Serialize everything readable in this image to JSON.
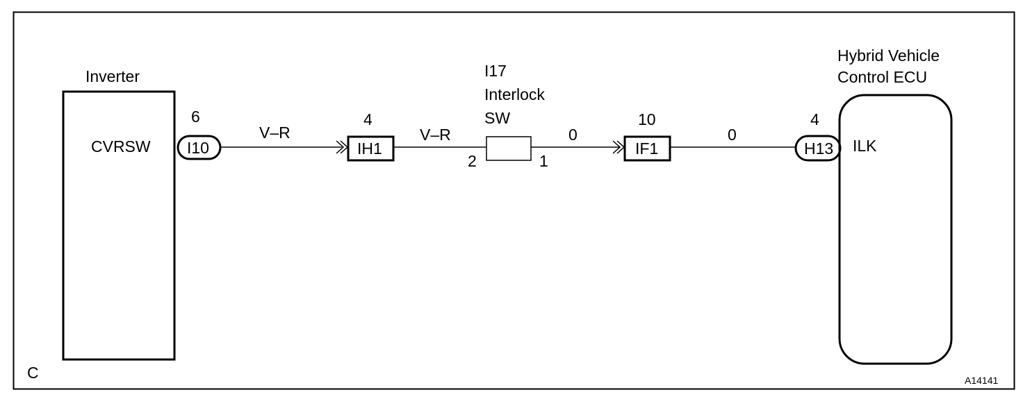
{
  "inverter": {
    "title": "Inverter",
    "terminal": "CVRSW",
    "connector": "I10",
    "pin": "6"
  },
  "wire_1": {
    "color": "V–R"
  },
  "junction_ih1": {
    "id": "IH1",
    "pin": "4"
  },
  "wire_2": {
    "color": "V–R"
  },
  "interlock_switch": {
    "id": "I17",
    "name_line1": "Interlock",
    "name_line2": "SW",
    "pin_in": "2",
    "pin_out": "1"
  },
  "wire_3": {
    "color": "0"
  },
  "junction_if1": {
    "id": "IF1",
    "pin": "10"
  },
  "wire_4": {
    "color": "0"
  },
  "ecu": {
    "title_line1": "Hybrid Vehicle",
    "title_line2": "Control ECU",
    "terminal": "ILK",
    "connector": "H13",
    "pin": "4"
  },
  "corner_label": "C",
  "figure_code": "A14141"
}
